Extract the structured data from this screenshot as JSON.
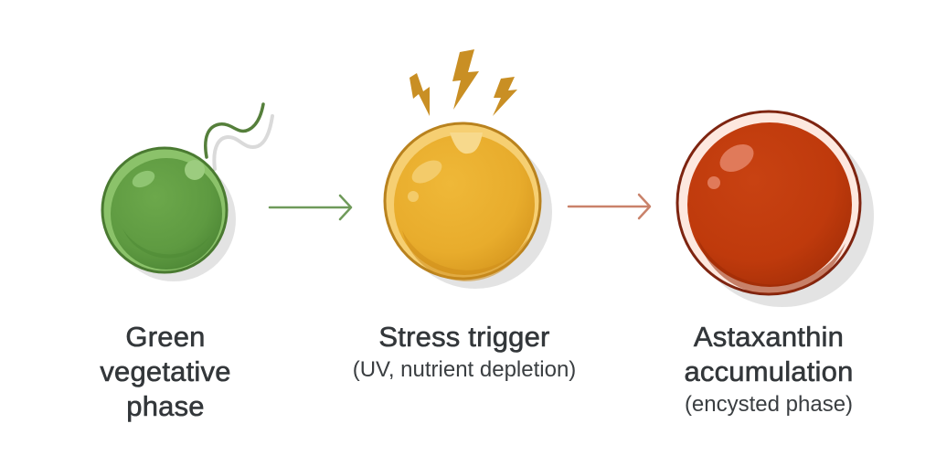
{
  "diagram": {
    "stages": [
      {
        "id": "green",
        "title_lines": [
          "Green",
          "vegetative",
          "phase"
        ],
        "subtitle": "",
        "icon": "green-flagellated-cell-icon",
        "colors": {
          "fill": "#5e9a41",
          "rim": "#8bc26a",
          "outline": "#4a7a31",
          "highlight": "#9ccc7f"
        }
      },
      {
        "id": "stress",
        "title_lines": [
          "Stress trigger"
        ],
        "subtitle": "(UV, nutrient depletion)",
        "icon": "yellow-stressed-cell-icon",
        "colors": {
          "fill": "#e8ac2c",
          "rim": "#f6cf72",
          "outline": "#b9821e",
          "bolt": "#c98f24"
        }
      },
      {
        "id": "astaxanthin",
        "title_lines": [
          "Astaxanthin",
          "accumulation"
        ],
        "subtitle": "(encysted phase)",
        "icon": "red-encysted-cell-icon",
        "colors": {
          "fill": "#bf3a0c",
          "rim": "#fde8df",
          "outline": "#7e2410",
          "highlight": "#e07a5a"
        }
      }
    ],
    "arrows": [
      {
        "from": "green",
        "to": "stress",
        "color": "#6f9a5a"
      },
      {
        "from": "stress",
        "to": "astaxanthin",
        "color": "#c9826a"
      }
    ]
  }
}
